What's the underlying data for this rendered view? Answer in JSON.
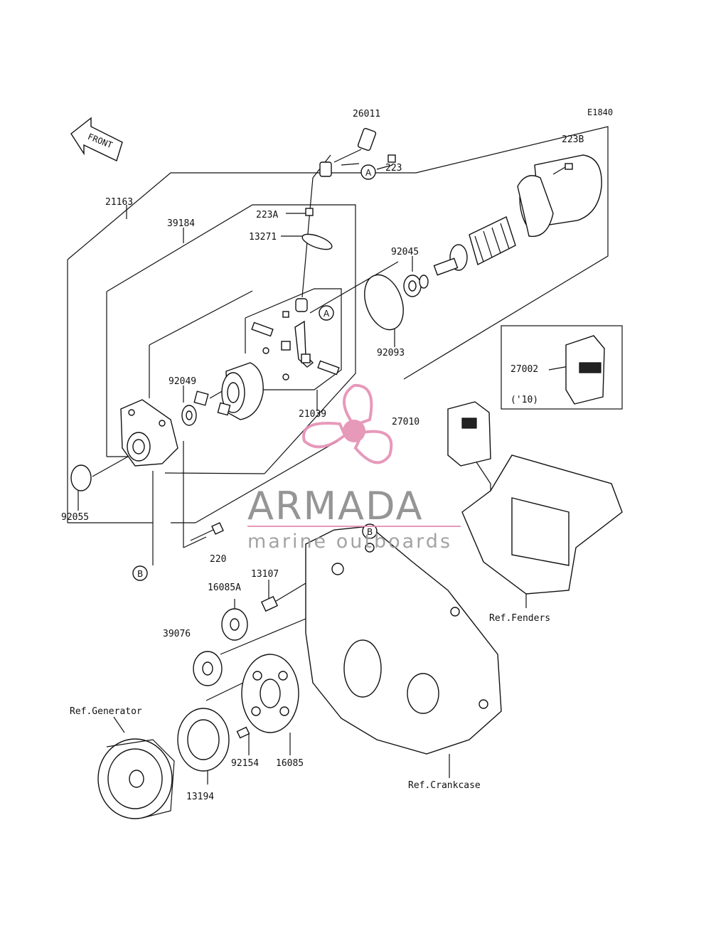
{
  "diagram_code": "E1840",
  "front_label": "FRONT",
  "parts": [
    {
      "id": "p26011",
      "label": "26011"
    },
    {
      "id": "p223B",
      "label": "223B"
    },
    {
      "id": "p223",
      "label": "223"
    },
    {
      "id": "p21163",
      "label": "21163"
    },
    {
      "id": "p223A",
      "label": "223A"
    },
    {
      "id": "p39184",
      "label": "39184"
    },
    {
      "id": "p13271",
      "label": "13271"
    },
    {
      "id": "p92045",
      "label": "92045"
    },
    {
      "id": "p92093",
      "label": "92093"
    },
    {
      "id": "p92049",
      "label": "92049"
    },
    {
      "id": "p21039",
      "label": "21039"
    },
    {
      "id": "p27002",
      "label": "27002"
    },
    {
      "id": "p27002_note",
      "label": "('10)"
    },
    {
      "id": "p27010",
      "label": "27010"
    },
    {
      "id": "p92055",
      "label": "92055"
    },
    {
      "id": "p220",
      "label": "220"
    },
    {
      "id": "p13107",
      "label": "13107"
    },
    {
      "id": "p16085A",
      "label": "16085A"
    },
    {
      "id": "p39076",
      "label": "39076"
    },
    {
      "id": "p92154",
      "label": "92154"
    },
    {
      "id": "p16085",
      "label": "16085"
    },
    {
      "id": "p13194",
      "label": "13194"
    }
  ],
  "references": {
    "fenders": "Ref.Fenders",
    "generator": "Ref.Generator",
    "crankcase": "Ref.Crankcase"
  },
  "callouts": {
    "a": "A",
    "b": "B"
  },
  "watermark": {
    "brand": "ARMADA",
    "tagline": "marine outboards",
    "logo_color": "#e58fb3"
  }
}
